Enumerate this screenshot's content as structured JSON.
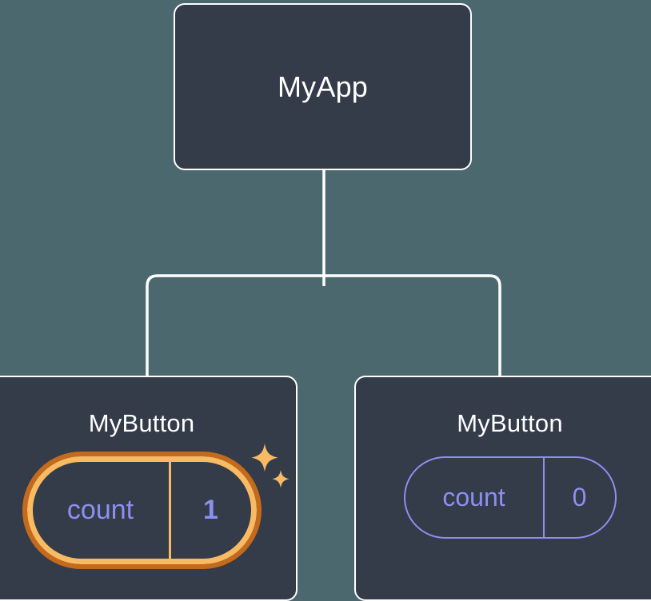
{
  "diagram": {
    "type": "component-tree",
    "background_color": "#4c686f",
    "node_fill_color": "#343b49",
    "node_border_color": "#ffffff",
    "connector_color": "#ffffff",
    "highlight_outer_ring_color": "#c46a1c",
    "highlight_inner_ring_color": "#f8bb63",
    "state_text_color": "#8b90f0",
    "sparkle_color": "#f8bb63",
    "root": {
      "title": "MyApp"
    },
    "children": [
      {
        "title": "MyButton",
        "highlighted": true,
        "state": {
          "key": "count",
          "value": "1"
        },
        "sparkle_icons": [
          "sparkle-large-icon",
          "sparkle-small-icon"
        ]
      },
      {
        "title": "MyButton",
        "highlighted": false,
        "state": {
          "key": "count",
          "value": "0"
        }
      }
    ]
  }
}
